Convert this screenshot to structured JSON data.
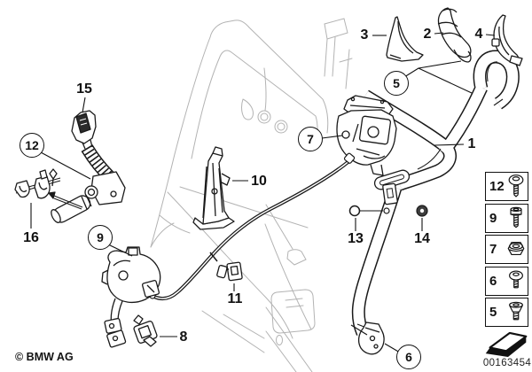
{
  "diagram": {
    "title": "seat-belt-parts-diagram",
    "footer_left": "© BMW AG",
    "doc_number": "00163454",
    "colors": {
      "paper": "#ffffff",
      "line": "#1a1a1a",
      "background_line": "#b3b3b3",
      "grommet_fill": "#3d3d3d"
    }
  },
  "callouts": {
    "1": {
      "label": "1"
    },
    "2": {
      "label": "2"
    },
    "3": {
      "label": "3"
    },
    "4": {
      "label": "4"
    },
    "5": {
      "label": "5"
    },
    "6": {
      "label": "6"
    },
    "7": {
      "label": "7"
    },
    "8": {
      "label": "8"
    },
    "9": {
      "label": "9"
    },
    "10": {
      "label": "10"
    },
    "11": {
      "label": "11"
    },
    "12": {
      "label": "12"
    },
    "13": {
      "label": "13"
    },
    "14": {
      "label": "14"
    },
    "15": {
      "label": "15"
    },
    "16": {
      "label": "16"
    }
  },
  "sidebar": {
    "items": [
      {
        "label": "12",
        "icon": "round-head-screw-icon"
      },
      {
        "label": "9",
        "icon": "cylinder-head-screw-icon"
      },
      {
        "label": "7",
        "icon": "hex-nut-icon"
      },
      {
        "label": "6",
        "icon": "button-head-screw-icon"
      },
      {
        "label": "5",
        "icon": "countersunk-screw-icon"
      }
    ],
    "direction_arrow_icon": "direction-arrow-icon"
  }
}
